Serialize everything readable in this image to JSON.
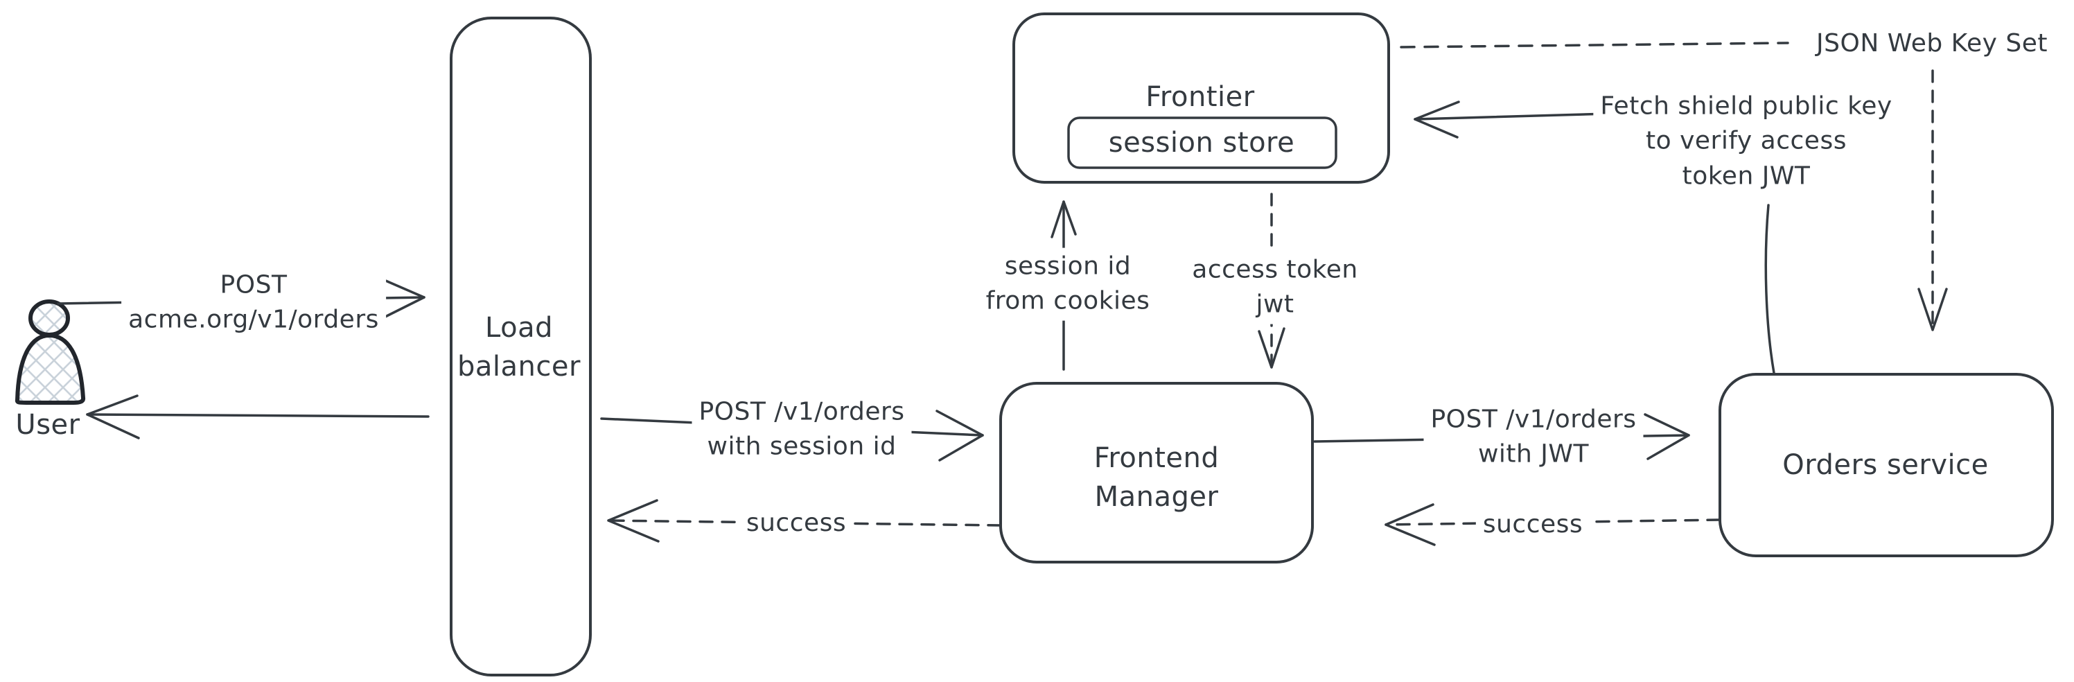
{
  "diagram": {
    "background": "#ffffff",
    "stroke_color": "#343a40",
    "person_stroke": "#22262c",
    "hatch_fill_color": "#c9d2da"
  },
  "nodes": {
    "user": {
      "label": "User"
    },
    "load_balancer": {
      "lines": [
        "Load",
        "balancer"
      ]
    },
    "frontier": {
      "label": "Frontier"
    },
    "session_store": {
      "label": "session store"
    },
    "frontend_manager": {
      "lines": [
        "Frontend",
        "Manager"
      ]
    },
    "orders_service": {
      "label": "Orders service"
    }
  },
  "edges": {
    "user_to_lb": {
      "lines": [
        "POST",
        "acme.org/v1/orders"
      ]
    },
    "lb_to_fm": {
      "lines": [
        "POST /v1/orders",
        "with session id"
      ]
    },
    "fm_to_lb": {
      "label": "success"
    },
    "fm_to_orders": {
      "lines": [
        "POST /v1/orders",
        "with JWT"
      ]
    },
    "orders_to_fm": {
      "label": "success"
    },
    "fm_to_frontier": {
      "lines": [
        "session id",
        "from cookies"
      ]
    },
    "frontier_to_fm": {
      "lines": [
        "access token",
        "jwt"
      ]
    },
    "orders_to_frontier": {
      "lines": [
        "Fetch shield public key",
        "to verify access",
        "token JWT"
      ]
    },
    "jwks": {
      "label": "JSON Web Key Set"
    }
  }
}
